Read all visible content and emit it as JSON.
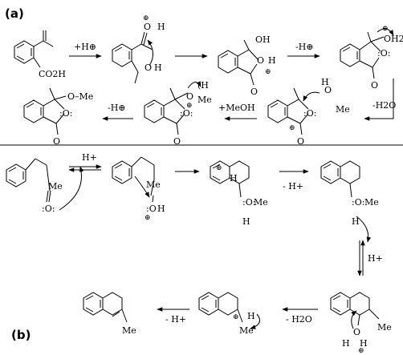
{
  "panels": [
    {
      "label": "(a)"
    },
    {
      "label": "(b)"
    }
  ],
  "reagents": {
    "a1": "+H⊕",
    "a2": "-H⊕",
    "a3": "-H2O",
    "a4": "+MeOH",
    "a5": "-H⊕",
    "b1": "H+",
    "b2": "- H+",
    "b3": "H+",
    "b4": "- H2O",
    "b5": "- H+"
  },
  "atoms": {
    "co2h": "CO2H",
    "oh": "OH",
    "oh2": "OH2",
    "h": "H",
    "me": "Me",
    "ome": "O–Me",
    "o": "O"
  }
}
